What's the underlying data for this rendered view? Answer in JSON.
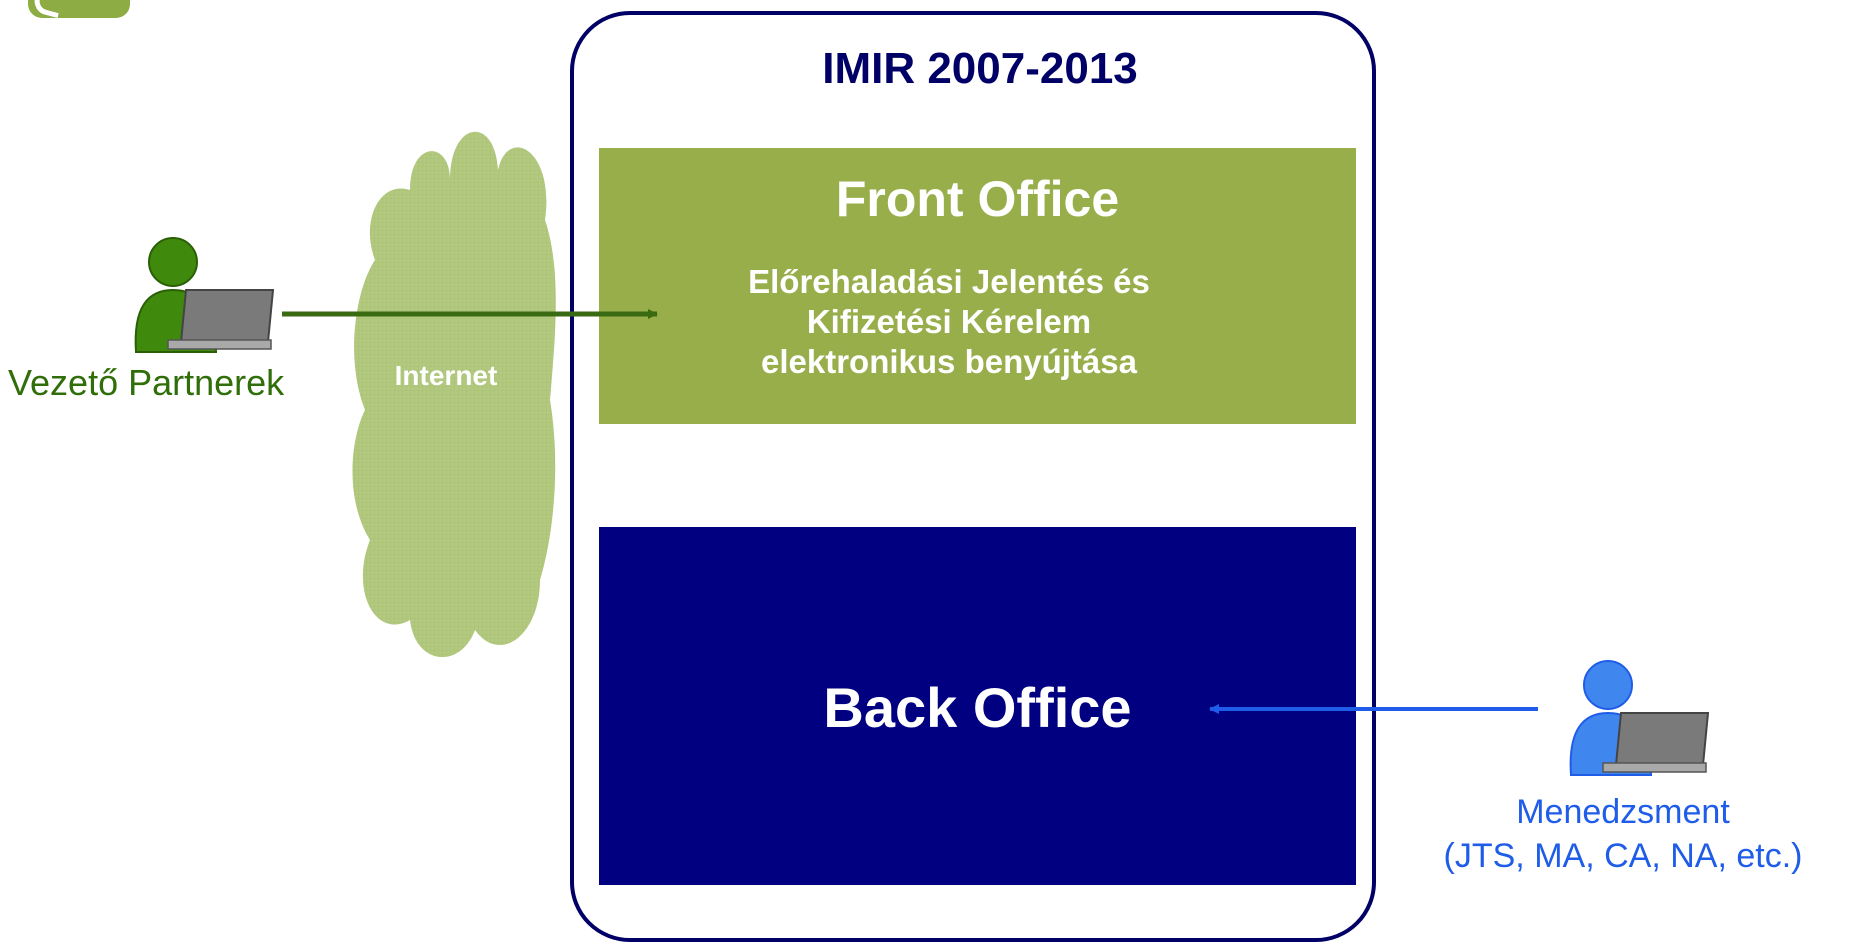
{
  "system": {
    "title": "IMIR 2007-2013",
    "frame_color": "#000066"
  },
  "cloud": {
    "label": "Internet",
    "color": "#b2c97f"
  },
  "front_office": {
    "title": "Front Office",
    "description_lines": [
      "Előrehaladási Jelentés és",
      "Kifizetési Kérelem",
      "elektronikus benyújtása"
    ],
    "color": "#98ae4a"
  },
  "back_office": {
    "title": "Back Office",
    "color": "#000080"
  },
  "actors": {
    "partners": {
      "label": "Vezető Partnerek",
      "icon": "user-with-laptop-icon",
      "color": "#2f6e08"
    },
    "management": {
      "label_lines": [
        "Menedzsment",
        "(JTS, MA, CA, NA, etc.)"
      ],
      "icon": "user-with-laptop-icon",
      "color": "#1f5de8"
    }
  }
}
